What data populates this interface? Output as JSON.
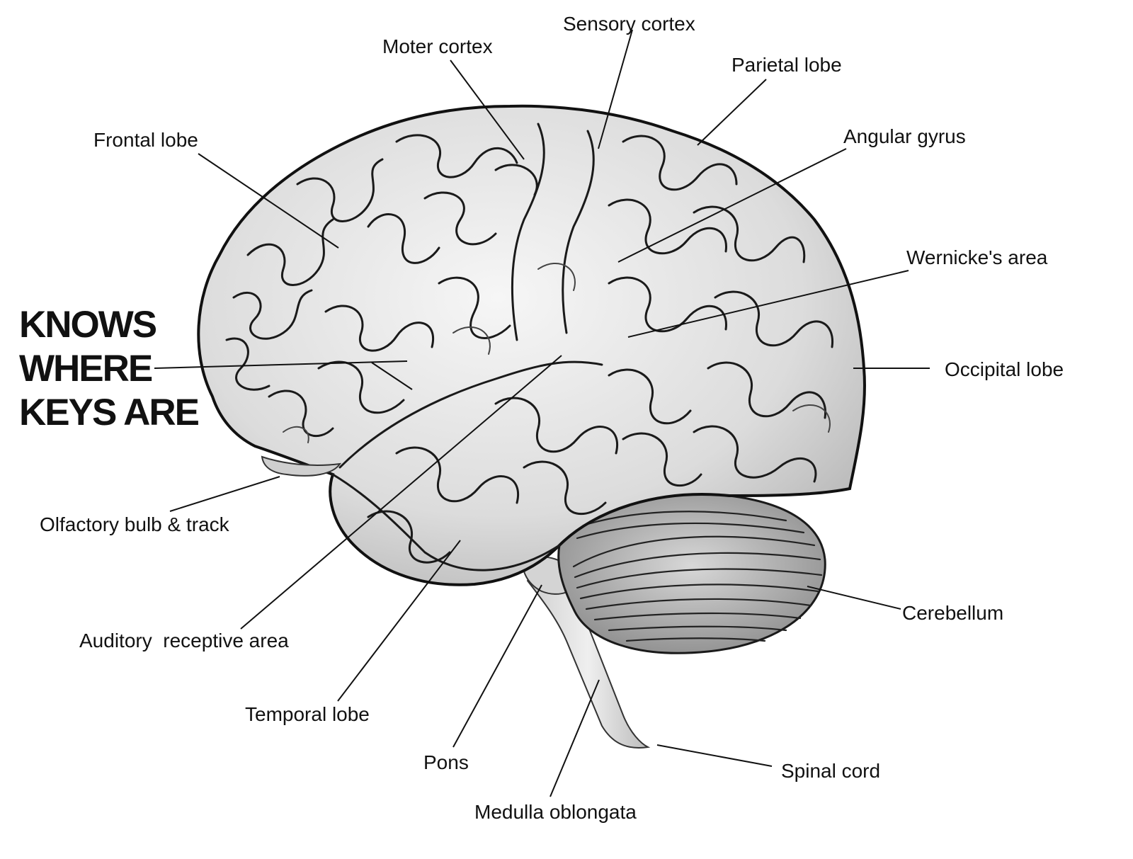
{
  "diagram": {
    "highlight_text": [
      "KNOWS",
      "WHERE",
      "KEYS ARE"
    ],
    "labels": {
      "sensory_cortex": "Sensory cortex",
      "motor_cortex": "Moter cortex",
      "parietal_lobe": "Parietal lobe",
      "frontal_lobe": "Frontal lobe",
      "angular_gyrus": "Angular gyrus",
      "wernickes_area": "Wernicke's area",
      "occipital_lobe": "Occipital lobe",
      "olfactory_bulb": "Olfactory bulb & track",
      "cerebellum": "Cerebellum",
      "auditory_area": "Auditory  receptive area",
      "temporal_lobe": "Temporal lobe",
      "pons": "Pons",
      "spinal_cord": "Spinal cord",
      "medulla": "Medulla oblongata"
    },
    "colors": {
      "ink": "#111111",
      "brain_fill": "#e6e6e6",
      "background": "#ffffff"
    }
  }
}
